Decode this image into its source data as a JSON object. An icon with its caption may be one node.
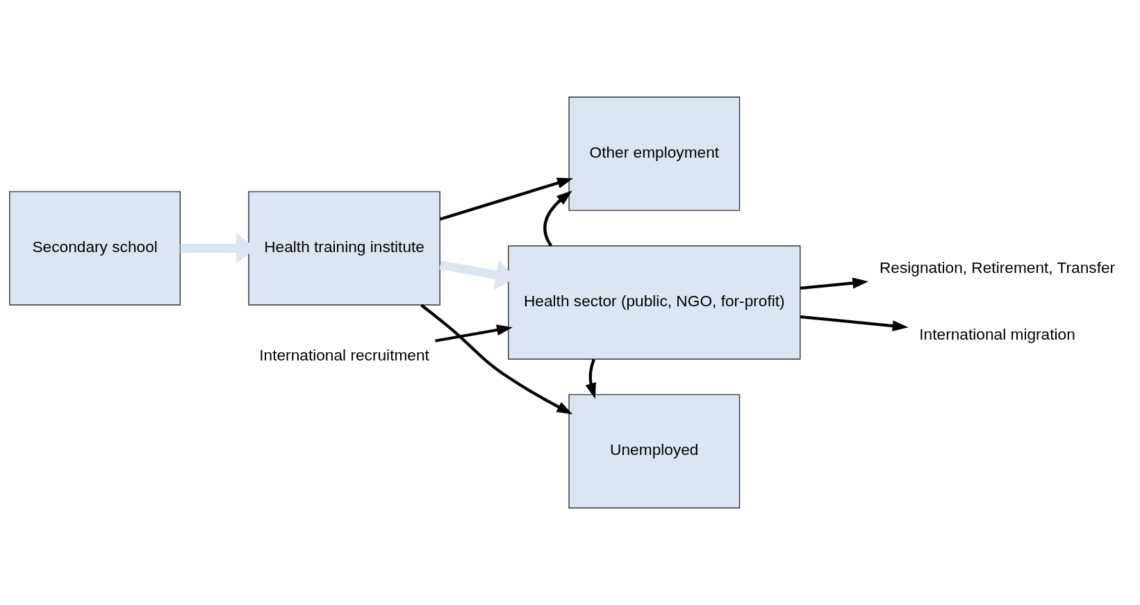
{
  "diagram": {
    "nodes": [
      {
        "text": [
          "Secondary school"
        ]
      },
      {
        "text": [
          "Health training institute"
        ]
      },
      {
        "text": [
          "International recruitment"
        ]
      },
      {
        "text": [
          "Other employment"
        ]
      },
      {
        "text": [
          "Health sector (public, NGO, for-profit)"
        ]
      },
      {
        "text": [
          "Unemployed"
        ]
      },
      {
        "text": [
          "Resignation, Retirement, Transfer"
        ]
      },
      {
        "text": [
          "International migration"
        ]
      }
    ],
    "edges": [
      {
        "from": 0,
        "to": 1,
        "arrow": "to",
        "style": "thick",
        "color": "#dce6f2"
      },
      {
        "from": 1,
        "to": 3,
        "arrow": "to"
      },
      {
        "from": 1,
        "to": 4,
        "arrow": "to",
        "style": "thick",
        "color": "#dce6f2"
      },
      {
        "from": 1,
        "to": 5,
        "arrow": "to"
      },
      {
        "from": 2,
        "to": 4,
        "arrow": "to"
      },
      {
        "from": 4,
        "to": 3,
        "arrow": "to"
      },
      {
        "from": 4,
        "to": 5,
        "arrow": "to"
      },
      {
        "from": 4,
        "to": 6,
        "arrow": "to"
      },
      {
        "from": 4,
        "to": 7,
        "arrow": "to"
      }
    ]
  }
}
